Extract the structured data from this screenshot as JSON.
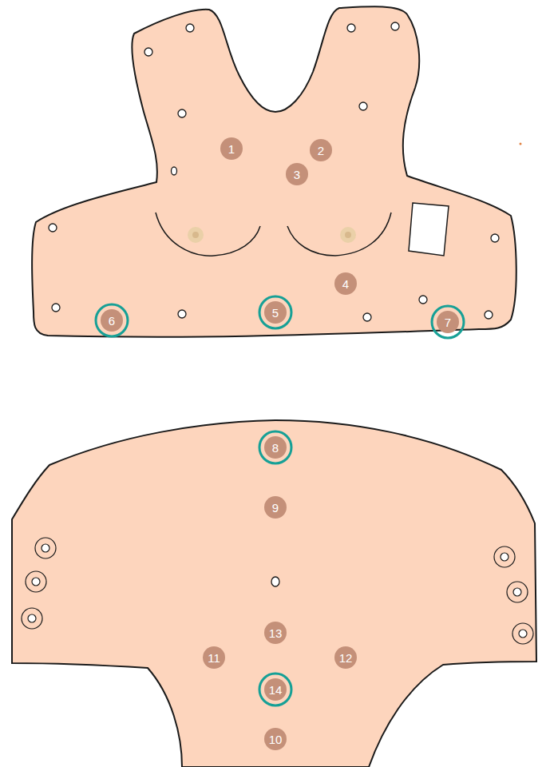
{
  "diagram": {
    "labels": [
      "1",
      "2",
      "3",
      "4",
      "6",
      "5",
      "7",
      "8",
      "9",
      "13",
      "11",
      "12",
      "14",
      "10"
    ]
  }
}
